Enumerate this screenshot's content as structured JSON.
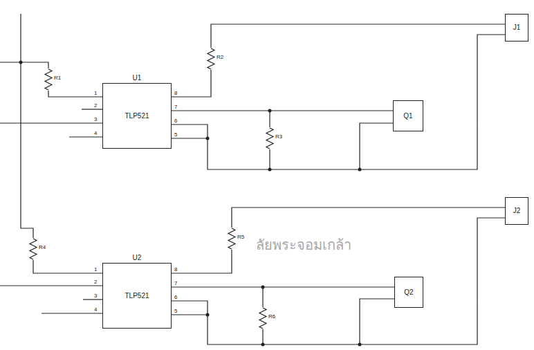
{
  "diagram": {
    "nodes": [
      {
        "text": [
          "J1"
        ]
      },
      {
        "text": [
          "U1",
          "TLP521"
        ]
      },
      {
        "text": [
          "Q1"
        ]
      },
      {
        "text": [
          "J2"
        ]
      },
      {
        "text": [
          "U2",
          "TLP521"
        ]
      },
      {
        "text": [
          "Q2"
        ]
      }
    ],
    "edges": [
      {
        "from": 1,
        "to": 0,
        "arrow": "none"
      },
      {
        "from": 1,
        "to": 2,
        "arrow": "none"
      },
      {
        "from": 4,
        "to": 3,
        "arrow": "none"
      },
      {
        "from": 4,
        "to": 5,
        "arrow": "none"
      }
    ],
    "labels": [
      "R1",
      "R2",
      "R3",
      "R4",
      "R5",
      "R6",
      "1",
      "2",
      "3",
      "4",
      "8",
      "7",
      "6",
      "5",
      "1",
      "2",
      "3",
      "4",
      "8",
      "7",
      "6",
      "5",
      "ลัยพระจอมเกล้า"
    ]
  }
}
